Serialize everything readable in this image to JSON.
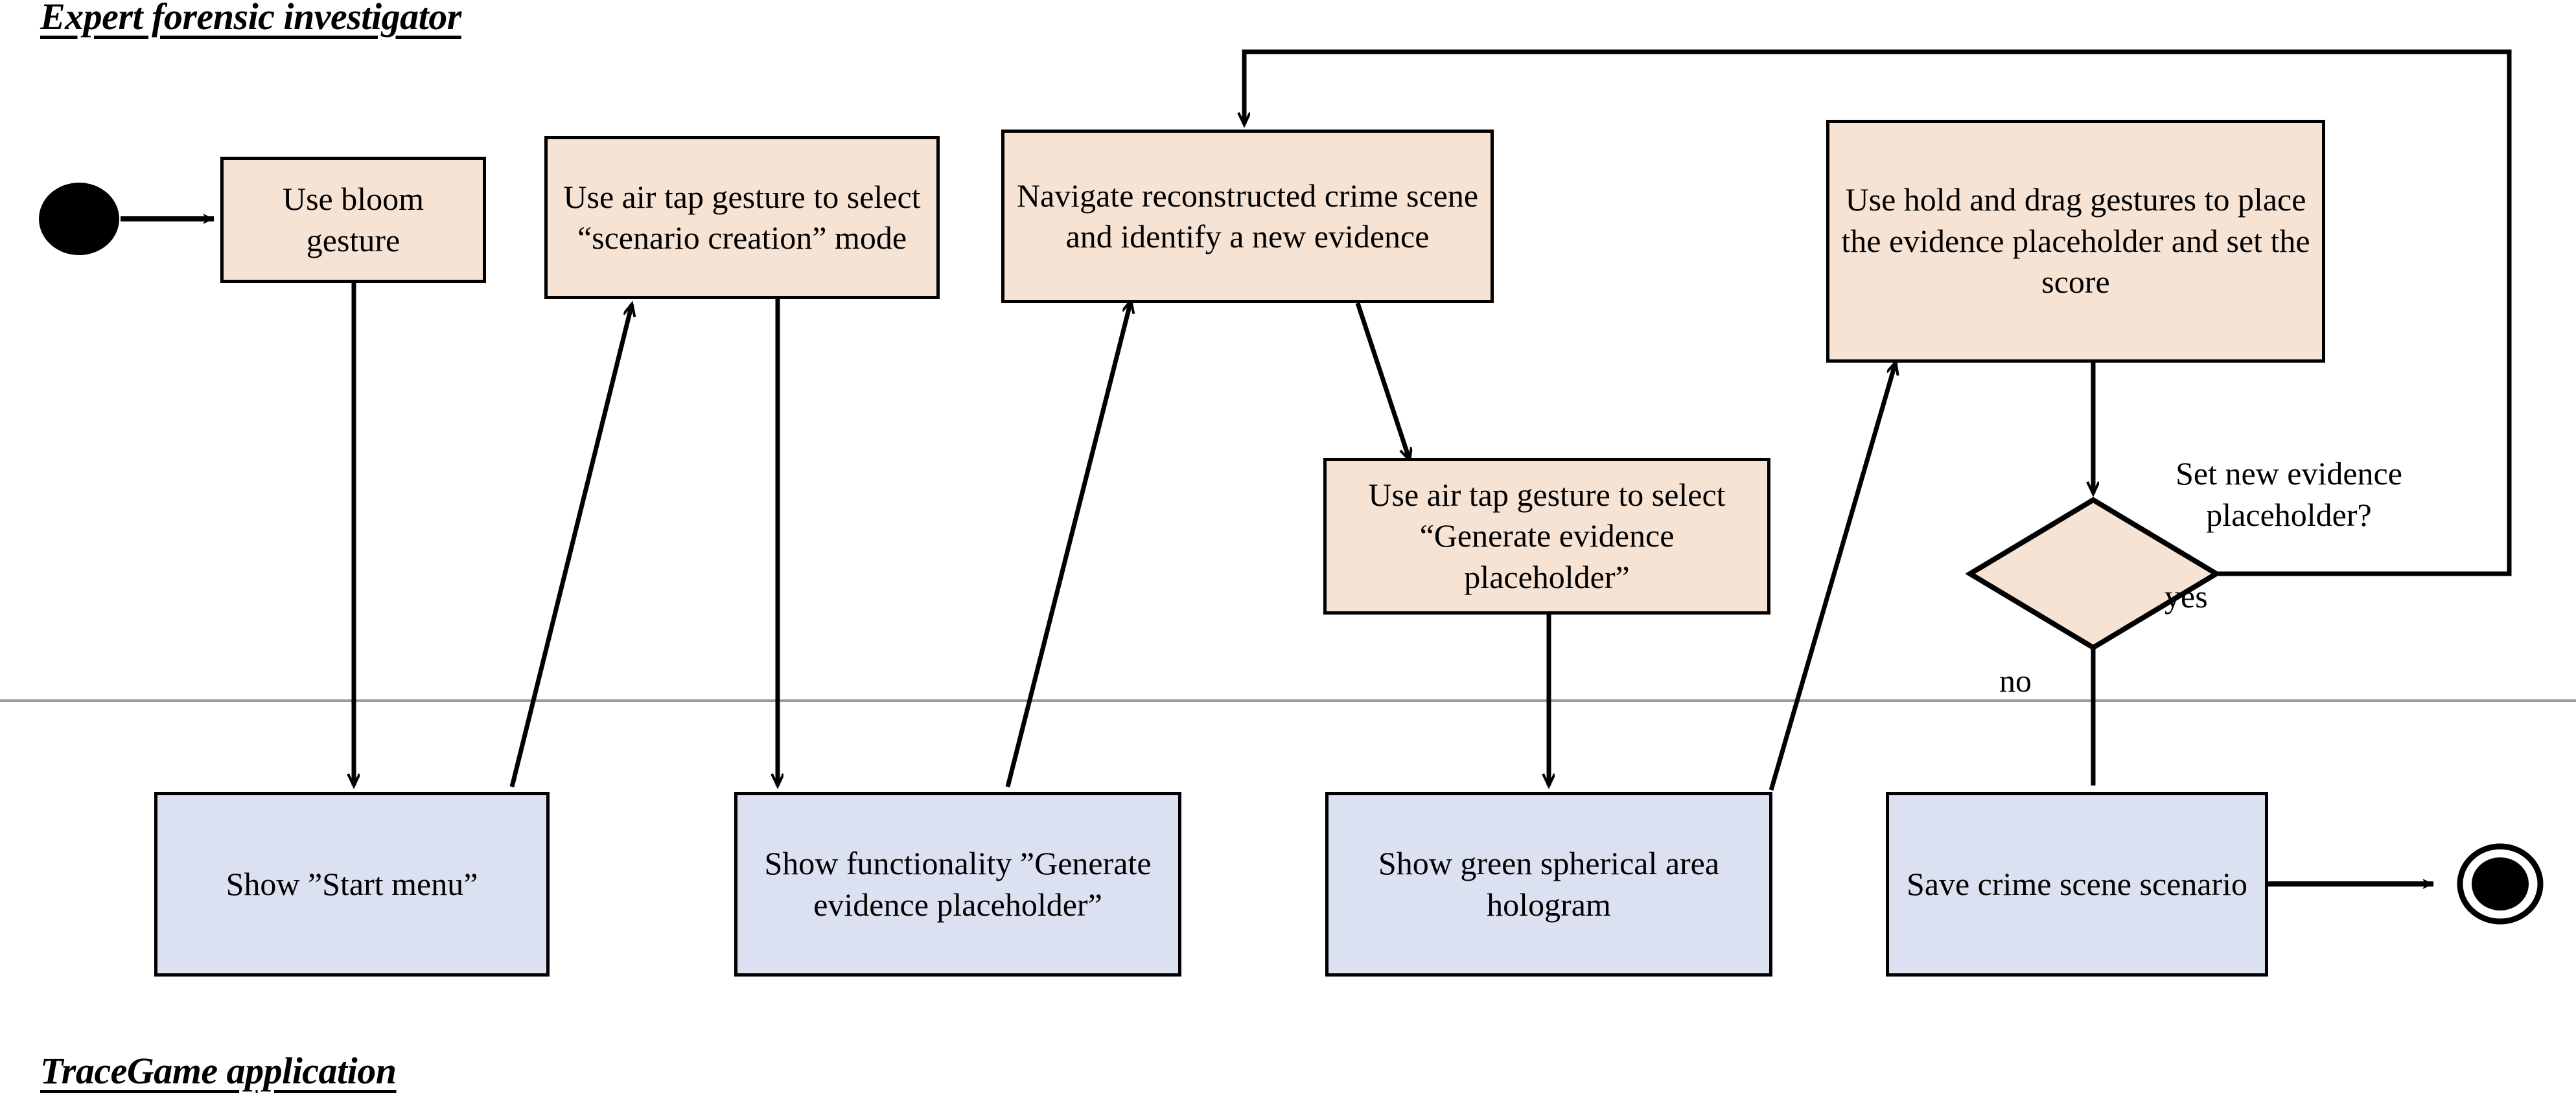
{
  "diagram": {
    "title": "UML activity diagram with two swimlanes",
    "colors": {
      "action_fill": "#f7e3d4",
      "response_fill": "#dbe1f0",
      "stroke": "#000000",
      "background": "#ffffff",
      "lane_divider": "#808080"
    },
    "lanes": {
      "top_label": "Expert forensic investigator",
      "bottom_label": "TraceGame application"
    },
    "nodes": {
      "start": {
        "name": "start-node",
        "shape": "filled-circle"
      },
      "end": {
        "name": "end-node",
        "shape": "bullseye-circle"
      },
      "a1": {
        "text": "Use bloom gesture",
        "lane": "top",
        "fill": "action"
      },
      "a2": {
        "text": "Use air tap gesture to select “scenario creation” mode",
        "lane": "top",
        "fill": "action"
      },
      "a3": {
        "text": "Navigate reconstructed crime scene and identify a new evidence",
        "lane": "top",
        "fill": "action"
      },
      "a4": {
        "text": "Use air tap gesture to select “Generate evidence placeholder”",
        "lane": "top",
        "fill": "action"
      },
      "a5": {
        "text": "Use hold and drag gestures to place the evidence placeholder and set the score",
        "lane": "top",
        "fill": "action"
      },
      "d1": {
        "text": "",
        "lane": "top",
        "fill": "action",
        "shape": "diamond"
      },
      "b1": {
        "text": "Show ”Start menu”",
        "lane": "bottom",
        "fill": "response"
      },
      "b2": {
        "text": "Show functionality ”Generate evidence placeholder”",
        "lane": "bottom",
        "fill": "response"
      },
      "b3": {
        "text": "Show green spherical area hologram",
        "lane": "bottom",
        "fill": "response"
      },
      "b4": {
        "text": "Save crime scene scenario",
        "lane": "bottom",
        "fill": "response"
      }
    },
    "edge_labels": {
      "decision_question": "Set new evidence\nplaceholder?",
      "yes": "yes",
      "no": "no"
    }
  }
}
